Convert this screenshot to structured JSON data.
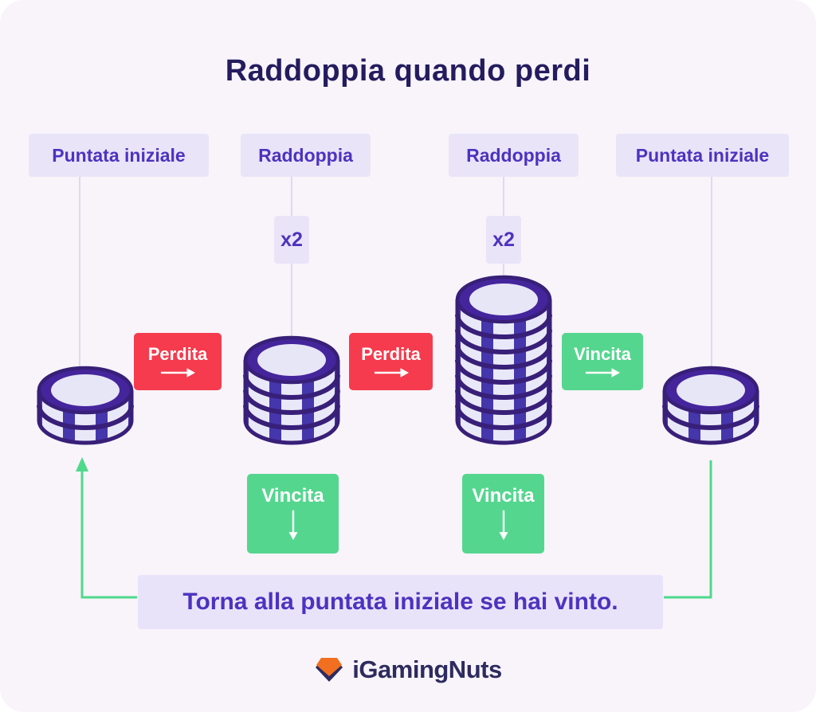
{
  "title": "Raddoppia quando perdi",
  "top_labels": [
    {
      "text": "Puntata iniziale"
    },
    {
      "text": "Raddoppia"
    },
    {
      "text": "Raddoppia"
    },
    {
      "text": "Puntata iniziale"
    }
  ],
  "multipliers": [
    {
      "text": "x2"
    },
    {
      "text": "x2"
    }
  ],
  "flow_boxes": {
    "loss1": {
      "label": "Perdita",
      "icon": "arrow-right",
      "type": "loss"
    },
    "loss2": {
      "label": "Perdita",
      "icon": "arrow-right",
      "type": "loss"
    },
    "win_right": {
      "label": "Vincita",
      "icon": "arrow-right",
      "type": "win"
    },
    "win_down1": {
      "label": "Vincita",
      "icon": "arrow-down",
      "type": "win"
    },
    "win_down2": {
      "label": "Vincita",
      "icon": "arrow-down",
      "type": "win"
    }
  },
  "chip_stacks": [
    {
      "name": "initial-bet",
      "chips": 2
    },
    {
      "name": "double-once",
      "chips": 4
    },
    {
      "name": "double-twice",
      "chips": 8
    },
    {
      "name": "back-to-initial",
      "chips": 2
    }
  ],
  "bottom_note": "Torna alla puntata iniziale se hai vinto.",
  "logo": {
    "text": "iGamingNuts",
    "icon": "gem-icon"
  },
  "colors": {
    "background": "#F8F4FA",
    "title": "#241C5E",
    "accent_purple": "#4C33BF",
    "lavender_box": "#EAE4F9",
    "lavender_bar": "#E9E3FA",
    "loss_red": "#F53B4D",
    "win_green": "#55D68F",
    "return_line_green": "#4FD98C",
    "connector_gray": "#DFD9EC",
    "chip_indigo": "#4636AC",
    "chip_dark": "#381F78",
    "chip_ring": "#45259C",
    "chip_face": "#E7E6F7",
    "chip_stripe": "#E9E8F8",
    "logo_navy": "#2E2B5F",
    "logo_orange": "#F0701F"
  }
}
